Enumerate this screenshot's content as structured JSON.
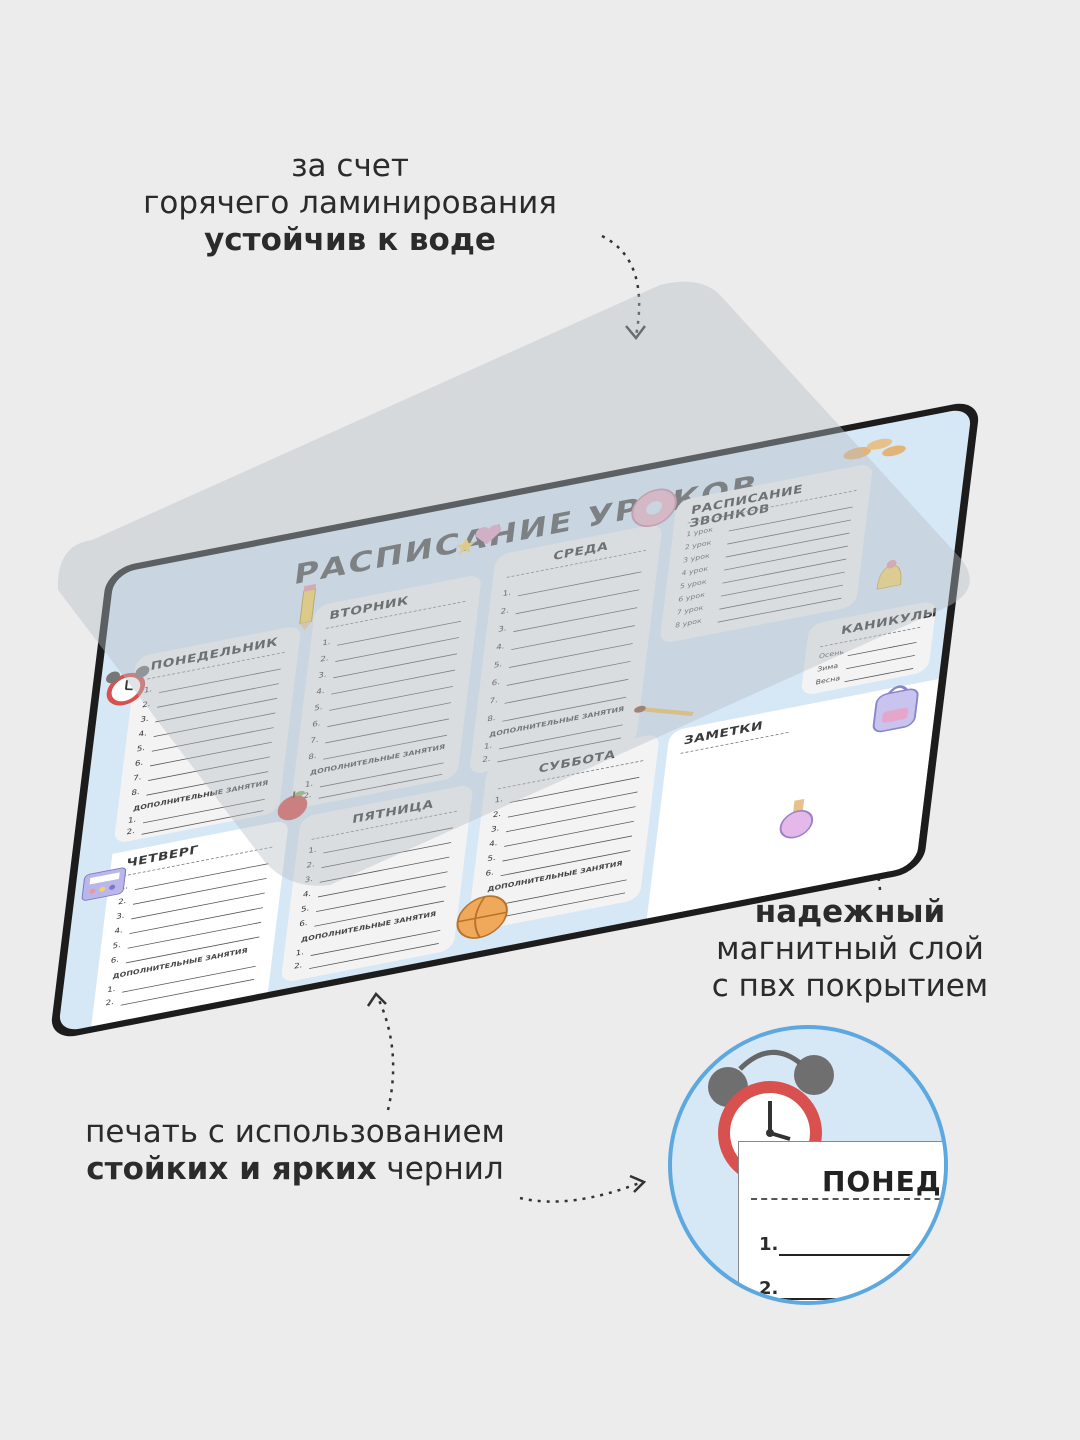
{
  "captions": {
    "top": {
      "line1": "за счет",
      "line2": "горячего ламинирования",
      "line3_bold": "устойчив к воде"
    },
    "right": {
      "line1_bold": "надежный",
      "line2": "магнитный слой",
      "line3": "с пвх покрытием"
    },
    "bottom": {
      "line1": "печать с использованием",
      "line2_bold": "стойких и ярких",
      "line2_rest": " чернил"
    }
  },
  "board": {
    "title": "РАСПИСАНИЕ УРОКОВ",
    "days": {
      "monday": "ПОНЕДЕЛЬНИК",
      "tuesday": "ВТОРНИК",
      "wednesday": "СРЕДА",
      "thursday": "ЧЕТВЕРГ",
      "friday": "ПЯТНИЦА",
      "saturday": "СУББОТА"
    },
    "extra_label": "ДОПОЛНИТЕЛЬНЫЕ ЗАНЯТИЯ",
    "numbers": [
      "1.",
      "2.",
      "3.",
      "4.",
      "5.",
      "6.",
      "7.",
      "8."
    ],
    "extra_numbers": [
      "1.",
      "2."
    ],
    "bells": {
      "title": "РАСПИСАНИЕ ЗВОНКОВ",
      "lessons": [
        "1 урок",
        "2 урок",
        "3 урок",
        "4 урок",
        "5 урок",
        "6 урок",
        "7 урок",
        "8 урок"
      ]
    },
    "holidays": {
      "title": "КАНИКУЛЫ",
      "seasons": [
        "Осень",
        "Зима",
        "Весна"
      ]
    },
    "notes": {
      "title": "ЗАМЕТКИ"
    }
  },
  "zoom": {
    "title": "ПОНЕДЕ",
    "numbers": [
      "1.",
      "2."
    ]
  },
  "colors": {
    "accent_circle": "#5ea8e0",
    "board_face": "#d6e7f6",
    "board_edge": "#1c1c1c"
  },
  "icons": [
    "alarm-clock-icon",
    "pencil-icon",
    "star-icon",
    "heart-icon",
    "donut-icon",
    "leaves-icon",
    "bell-icon",
    "apple-icon",
    "calculator-icon",
    "basketball-icon",
    "backpack-icon",
    "potion-flask-icon",
    "paintbrush-icon"
  ]
}
